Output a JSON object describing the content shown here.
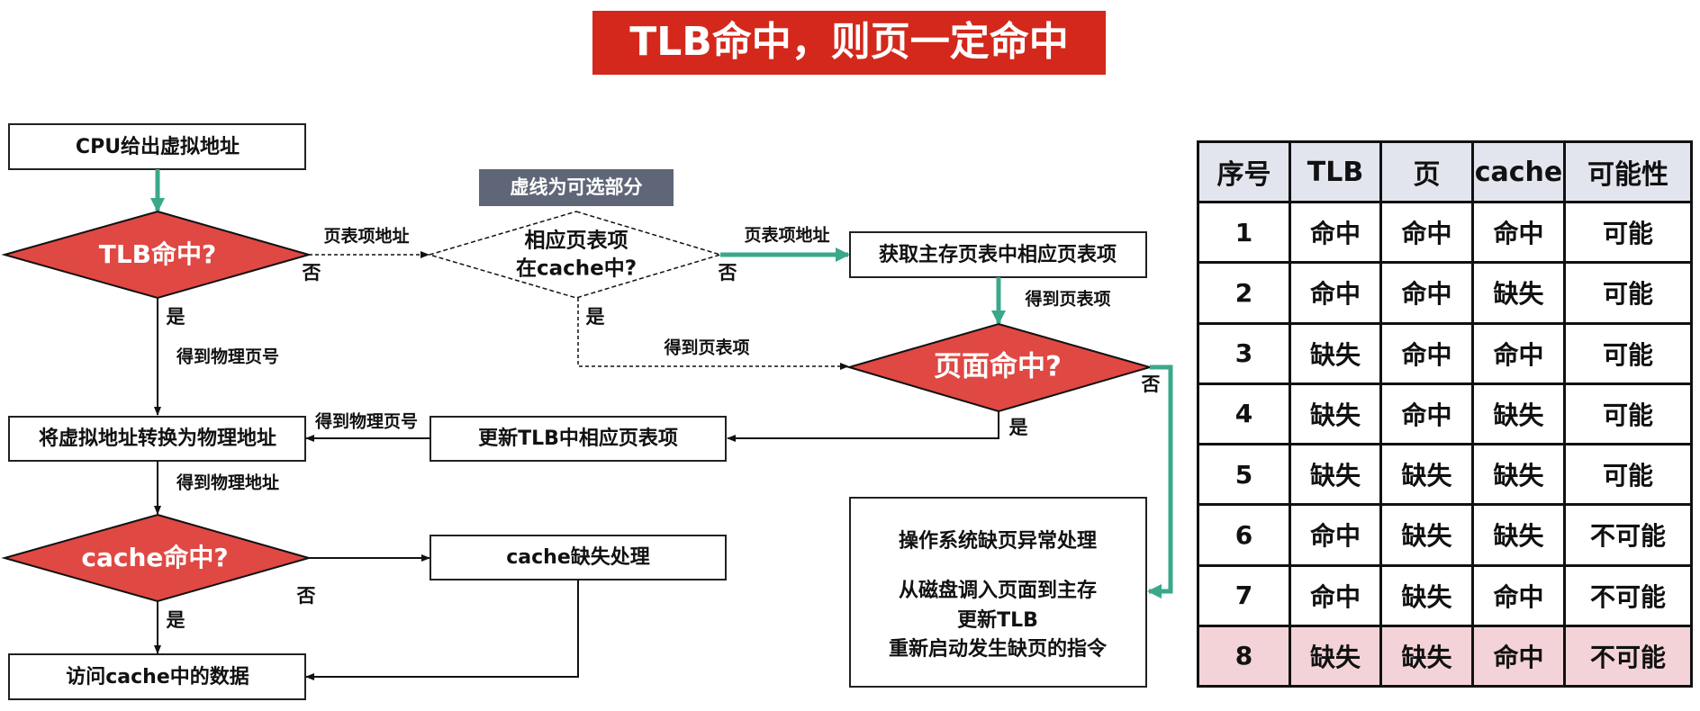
{
  "title": "TLB命中，则页一定命中",
  "note": "虚线为可选部分",
  "flow": {
    "cpu": "CPU给出虚拟地址",
    "tlb_decision": "TLB命中?",
    "pte_addr_1": "页表项地址",
    "pte_addr_2": "页表项地址",
    "cache_pte_line1": "相应页表项",
    "cache_pte_line2": "在cache中?",
    "fetch_pte": "获取主存页表中相应页表项",
    "got_pte_1": "得到页表项",
    "got_pte_2": "得到页表项",
    "page_decision": "页面命中?",
    "update_tlb": "更新TLB中相应页表项",
    "got_ppn_1": "得到物理页号",
    "got_ppn_2": "得到物理页号",
    "translate": "将虚拟地址转换为物理地址",
    "got_pa": "得到物理地址",
    "cache_decision": "cache命中?",
    "cache_miss": "cache缺失处理",
    "access_cache": "访问cache中的数据",
    "os_line1": "操作系统缺页异常处理",
    "os_line2": "从磁盘调入页面到主存",
    "os_line3": "更新TLB",
    "os_line4": "重新启动发生缺页的指令",
    "yes": "是",
    "no": "否"
  },
  "table": {
    "headers": [
      "序号",
      "TLB",
      "页",
      "cache",
      "可能性"
    ],
    "rows": [
      [
        "1",
        "命中",
        "命中",
        "命中",
        "可能"
      ],
      [
        "2",
        "命中",
        "命中",
        "缺失",
        "可能"
      ],
      [
        "3",
        "缺失",
        "命中",
        "命中",
        "可能"
      ],
      [
        "4",
        "缺失",
        "命中",
        "缺失",
        "可能"
      ],
      [
        "5",
        "缺失",
        "缺失",
        "缺失",
        "可能"
      ],
      [
        "6",
        "命中",
        "缺失",
        "缺失",
        "不可能"
      ],
      [
        "7",
        "命中",
        "缺失",
        "命中",
        "不可能"
      ],
      [
        "8",
        "缺失",
        "缺失",
        "命中",
        "不可能"
      ]
    ],
    "highlight_row": 8
  },
  "colors": {
    "title_bg": "#d3281b",
    "decision": "#e04843",
    "accent_green": "#3aa88a",
    "note_bg": "#5e6678",
    "highlight": "#f3d3d7"
  }
}
